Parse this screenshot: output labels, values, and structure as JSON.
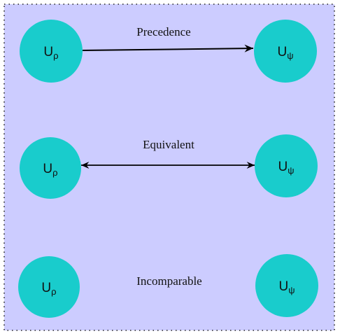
{
  "colors": {
    "panel_fill": "#ccccff",
    "panel_border": "#222222",
    "node_fill": "#19cccc",
    "edge": "#000000",
    "text": "#111111"
  },
  "nodes": {
    "u_rho": {
      "base": "U",
      "sub": "ρ"
    },
    "u_psi": {
      "base": "U",
      "sub": "ψ"
    }
  },
  "relations": [
    {
      "label": "Precedence",
      "arrow": "forward"
    },
    {
      "label": "Equivalent",
      "arrow": "both"
    },
    {
      "label": "Incomparable",
      "arrow": "none"
    }
  ]
}
